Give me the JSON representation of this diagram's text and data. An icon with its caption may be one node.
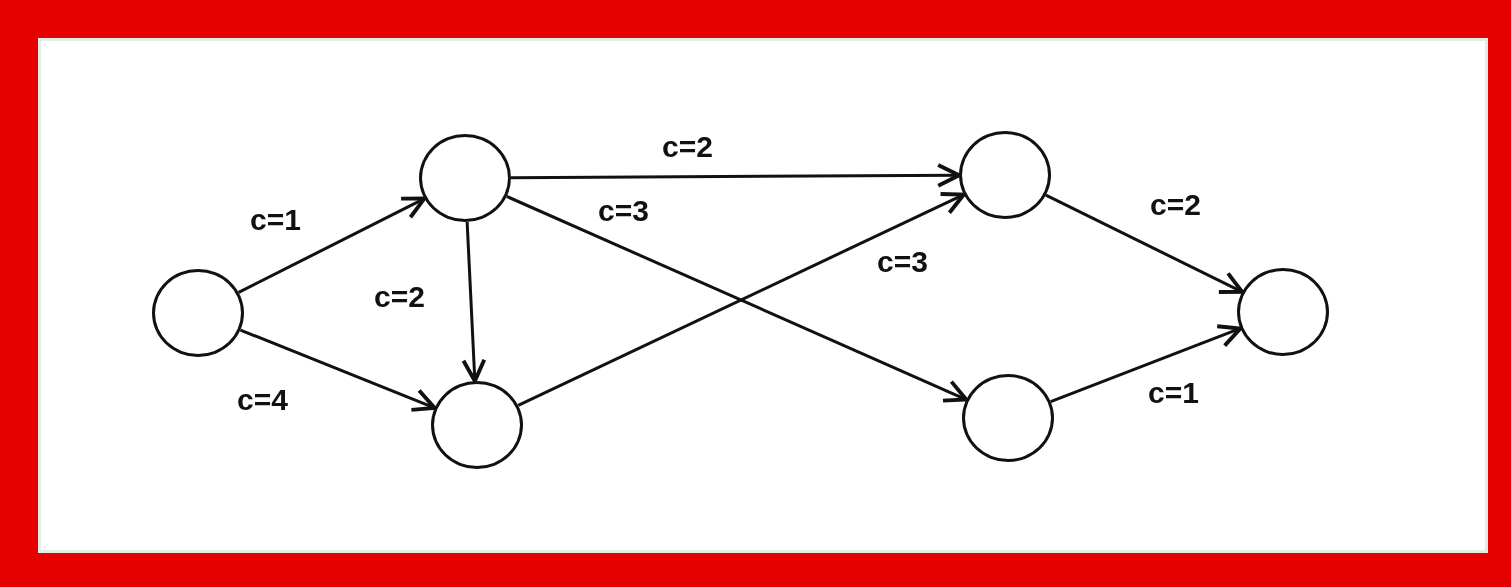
{
  "diagram": {
    "nodes": [
      {
        "text": [],
        "shape": "circle"
      },
      {
        "text": [],
        "shape": "circle"
      },
      {
        "text": [],
        "shape": "circle"
      },
      {
        "text": [],
        "shape": "circle"
      },
      {
        "text": [],
        "shape": "circle"
      },
      {
        "text": [],
        "shape": "circle"
      }
    ],
    "edges": [
      {
        "from": 0,
        "to": 1,
        "arrow": "to",
        "label": "c=1"
      },
      {
        "from": 0,
        "to": 2,
        "arrow": "to",
        "label": "c=4"
      },
      {
        "from": 1,
        "to": 3,
        "arrow": "to",
        "label": "c=2"
      },
      {
        "from": 1,
        "to": 4,
        "arrow": "to",
        "label": "c=3"
      },
      {
        "from": 1,
        "to": 2,
        "arrow": "to",
        "label": "c=2"
      },
      {
        "from": 2,
        "to": 3,
        "arrow": "to",
        "label": "c=3"
      },
      {
        "from": 3,
        "to": 5,
        "arrow": "to",
        "label": "c=2"
      },
      {
        "from": 4,
        "to": 5,
        "arrow": "to",
        "label": "c=1"
      }
    ]
  }
}
